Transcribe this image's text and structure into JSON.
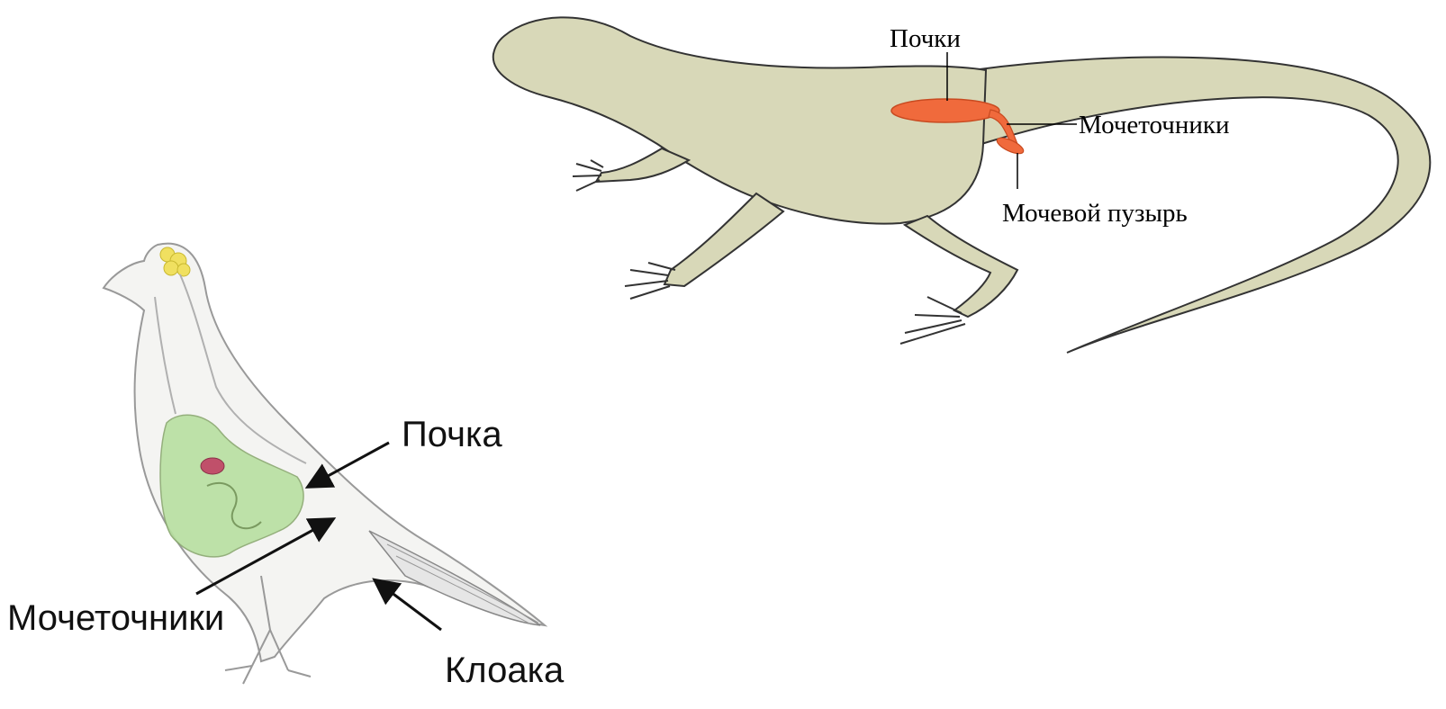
{
  "lizard": {
    "labels": {
      "kidneys": "Почки",
      "ureters": "Мочеточники",
      "bladder": "Мочевой пузырь"
    }
  },
  "bird": {
    "labels": {
      "kidney": "Почка",
      "ureters": "Мочеточники",
      "cloaca": "Клоака"
    }
  },
  "colors": {
    "lizard_body": "#d8d8b8",
    "organ": "#f06a3c",
    "bird_organs": "#b8e0a0",
    "bird_heart": "#c0506a",
    "bird_brain": "#f0e060"
  }
}
